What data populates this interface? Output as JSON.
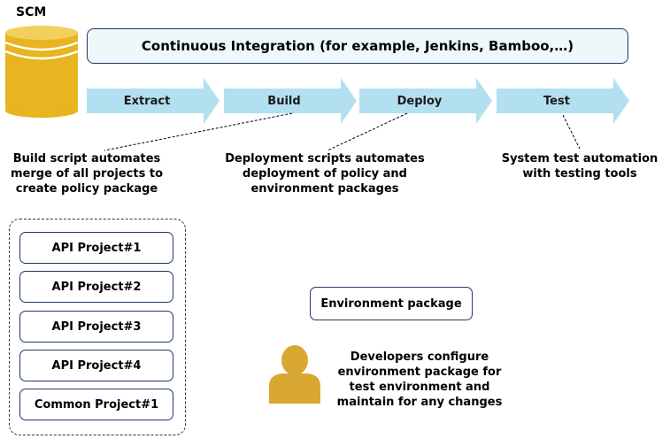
{
  "scm": {
    "label": "SCM"
  },
  "ci": {
    "label": "Continuous Integration (for example, Jenkins, Bamboo,…)"
  },
  "stages": [
    {
      "label": "Extract"
    },
    {
      "label": "Build"
    },
    {
      "label": "Deploy"
    },
    {
      "label": "Test"
    }
  ],
  "notes": {
    "build": [
      "Build script automates",
      "merge of all projects to",
      "create policy package"
    ],
    "deploy": [
      "Deployment scripts automates",
      "deployment of policy and",
      "environment packages"
    ],
    "test": [
      "System test automation",
      "with testing tools"
    ],
    "developers": [
      "Developers configure",
      "environment package for",
      "test environment and",
      "maintain for any changes"
    ]
  },
  "projects": [
    {
      "label": "API  Project#1"
    },
    {
      "label": "API  Project#2"
    },
    {
      "label": "API  Project#3"
    },
    {
      "label": "API  Project#4"
    },
    {
      "label": "Common Project#1"
    }
  ],
  "environment_package": {
    "label": "Environment package"
  },
  "colors": {
    "db_gold": "#e8b41f",
    "arrow_blue": "#b3e0f0",
    "person_gold": "#d9a832",
    "border_navy": "#1f3864"
  },
  "icons": {
    "scm": "database-cylinder-icon",
    "developer": "person-icon"
  }
}
